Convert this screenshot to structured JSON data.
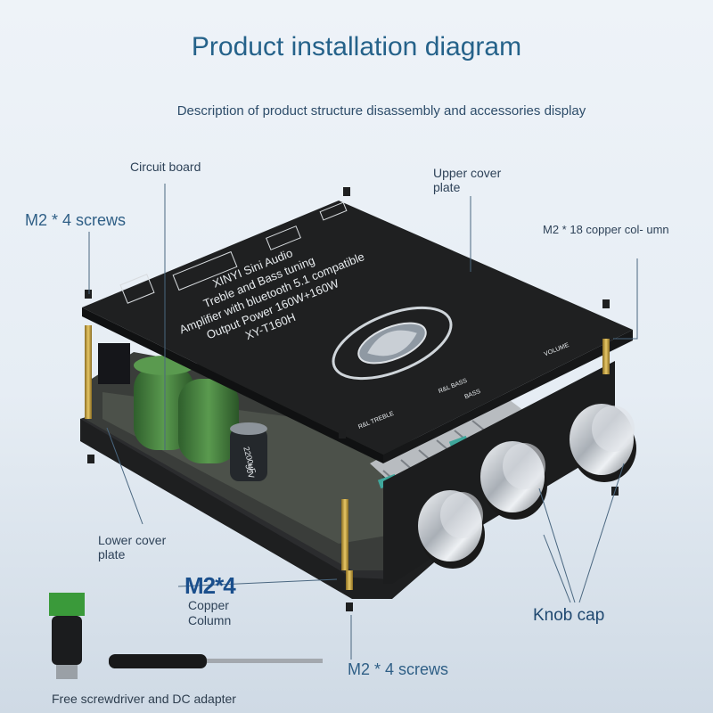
{
  "header": {
    "title": "Product installation diagram",
    "subtitle": "Description of product structure disassembly and accessories display"
  },
  "callouts": {
    "circuit_board": "Circuit board",
    "upper_cover_plate": "Upper cover plate",
    "m2_4_screws_top": "M2 * 4 screws",
    "m2_18_copper_column": "M2 * 18 copper col- umn",
    "lower_cover_plate": "Lower cover plate",
    "m2_4_copper_column_title": "M2*4",
    "copper_column": "Copper Column",
    "knob_cap": "Knob cap",
    "m2_4_screws_bottom": "M2 * 4 screws",
    "accessories": "Free screwdriver and DC adapter"
  },
  "board_print": {
    "line1": "XINYI Sini Audio",
    "line2": "Treble and Bass tuning",
    "line3": "Amplifier with bluetooth 5.1 compatible",
    "line4": "Output Power 160W+160W",
    "model": "XY-T160H",
    "volume": "VOLUME",
    "rl_treble": "R&L TREBLE",
    "rl_bass": "R&L BASS",
    "bass": "BASS",
    "capacitor_top": "2200uF",
    "capacitor_bottom": "50V"
  },
  "colors": {
    "title": "#25628a",
    "label": "#2e4258",
    "accent_label": "#1a4f8c",
    "board": "#222324",
    "knob": "#cfd3d8",
    "capacitor": "#3f7a3a",
    "brass": "#c9a548"
  }
}
